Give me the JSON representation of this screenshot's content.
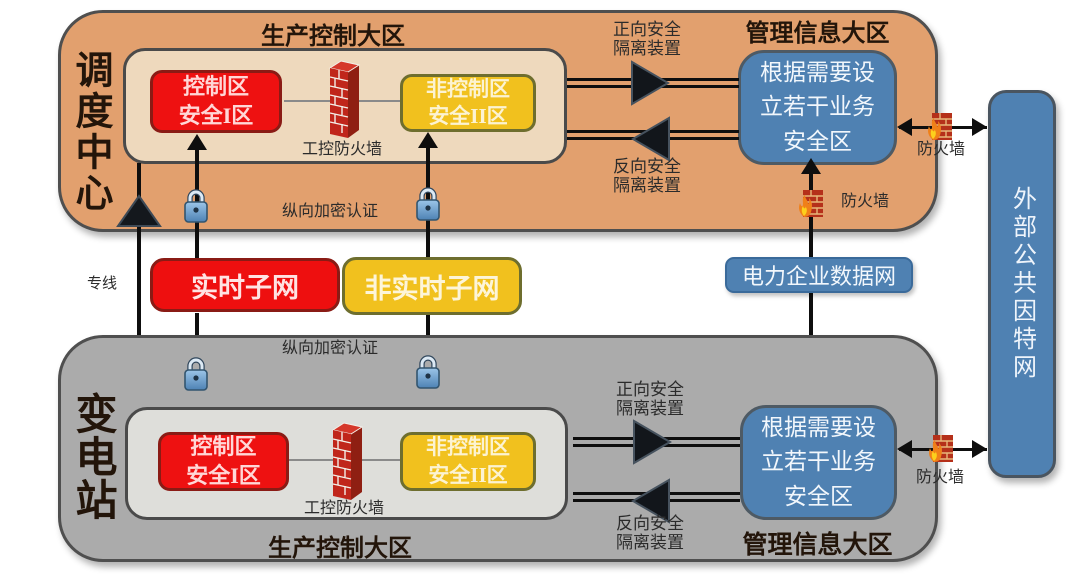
{
  "palette": {
    "orange_zone": "#e2a06e",
    "gray_zone": "#ababab",
    "inner_beige": "#eed9bd",
    "inner_gray": "#dedetc_fixed",
    "inner_light_gray": "#dededa",
    "red_box": "#ee1111",
    "red_border": "#8a1b15",
    "yellow_box": "#f1c11e",
    "yellow_border": "#6e6e2e",
    "blue_box": "#4f81b2",
    "line_black": "#0e0e0e",
    "title_text": "#23150a"
  },
  "dispatch_center": {
    "name": "调度中心",
    "production_zone": "生产控制大区",
    "management_zone": "管理信息大区",
    "control_box": "控制区\n安全I区",
    "non_control_box": "非控制区\n安全II区",
    "industrial_firewall": "工控防火墙",
    "business_box": "根据需要设\n立若干业务\n安全区",
    "forward_isolation": "正向安全\n隔离装置",
    "reverse_isolation": "反向安全\n隔离装置",
    "firewall_mid": "防火墙",
    "firewall_right": "防火墙",
    "vertical_encryption": "纵向加密认证"
  },
  "backbone": {
    "dedicated_line": "专线",
    "realtime_subnet": "实时子网",
    "non_realtime_subnet": "非实时子网",
    "power_data_network": "电力企业数据网",
    "firewall_mid": "防火墙"
  },
  "substation": {
    "name": "变电站",
    "production_zone": "生产控制大区",
    "management_zone": "管理信息大区",
    "control_box": "控制区\n安全I区",
    "non_control_box": "非控制区\n安全II区",
    "industrial_firewall": "工控防火墙",
    "business_box": "根据需要设\n立若干业务\n安全区",
    "forward_isolation": "正向安全\n隔离装置",
    "reverse_isolation": "反向安全\n隔离装置",
    "vertical_encryption": "纵向加密认证",
    "firewall_right": "防火墙"
  },
  "external": {
    "internet_box": "外部公共因特网"
  }
}
